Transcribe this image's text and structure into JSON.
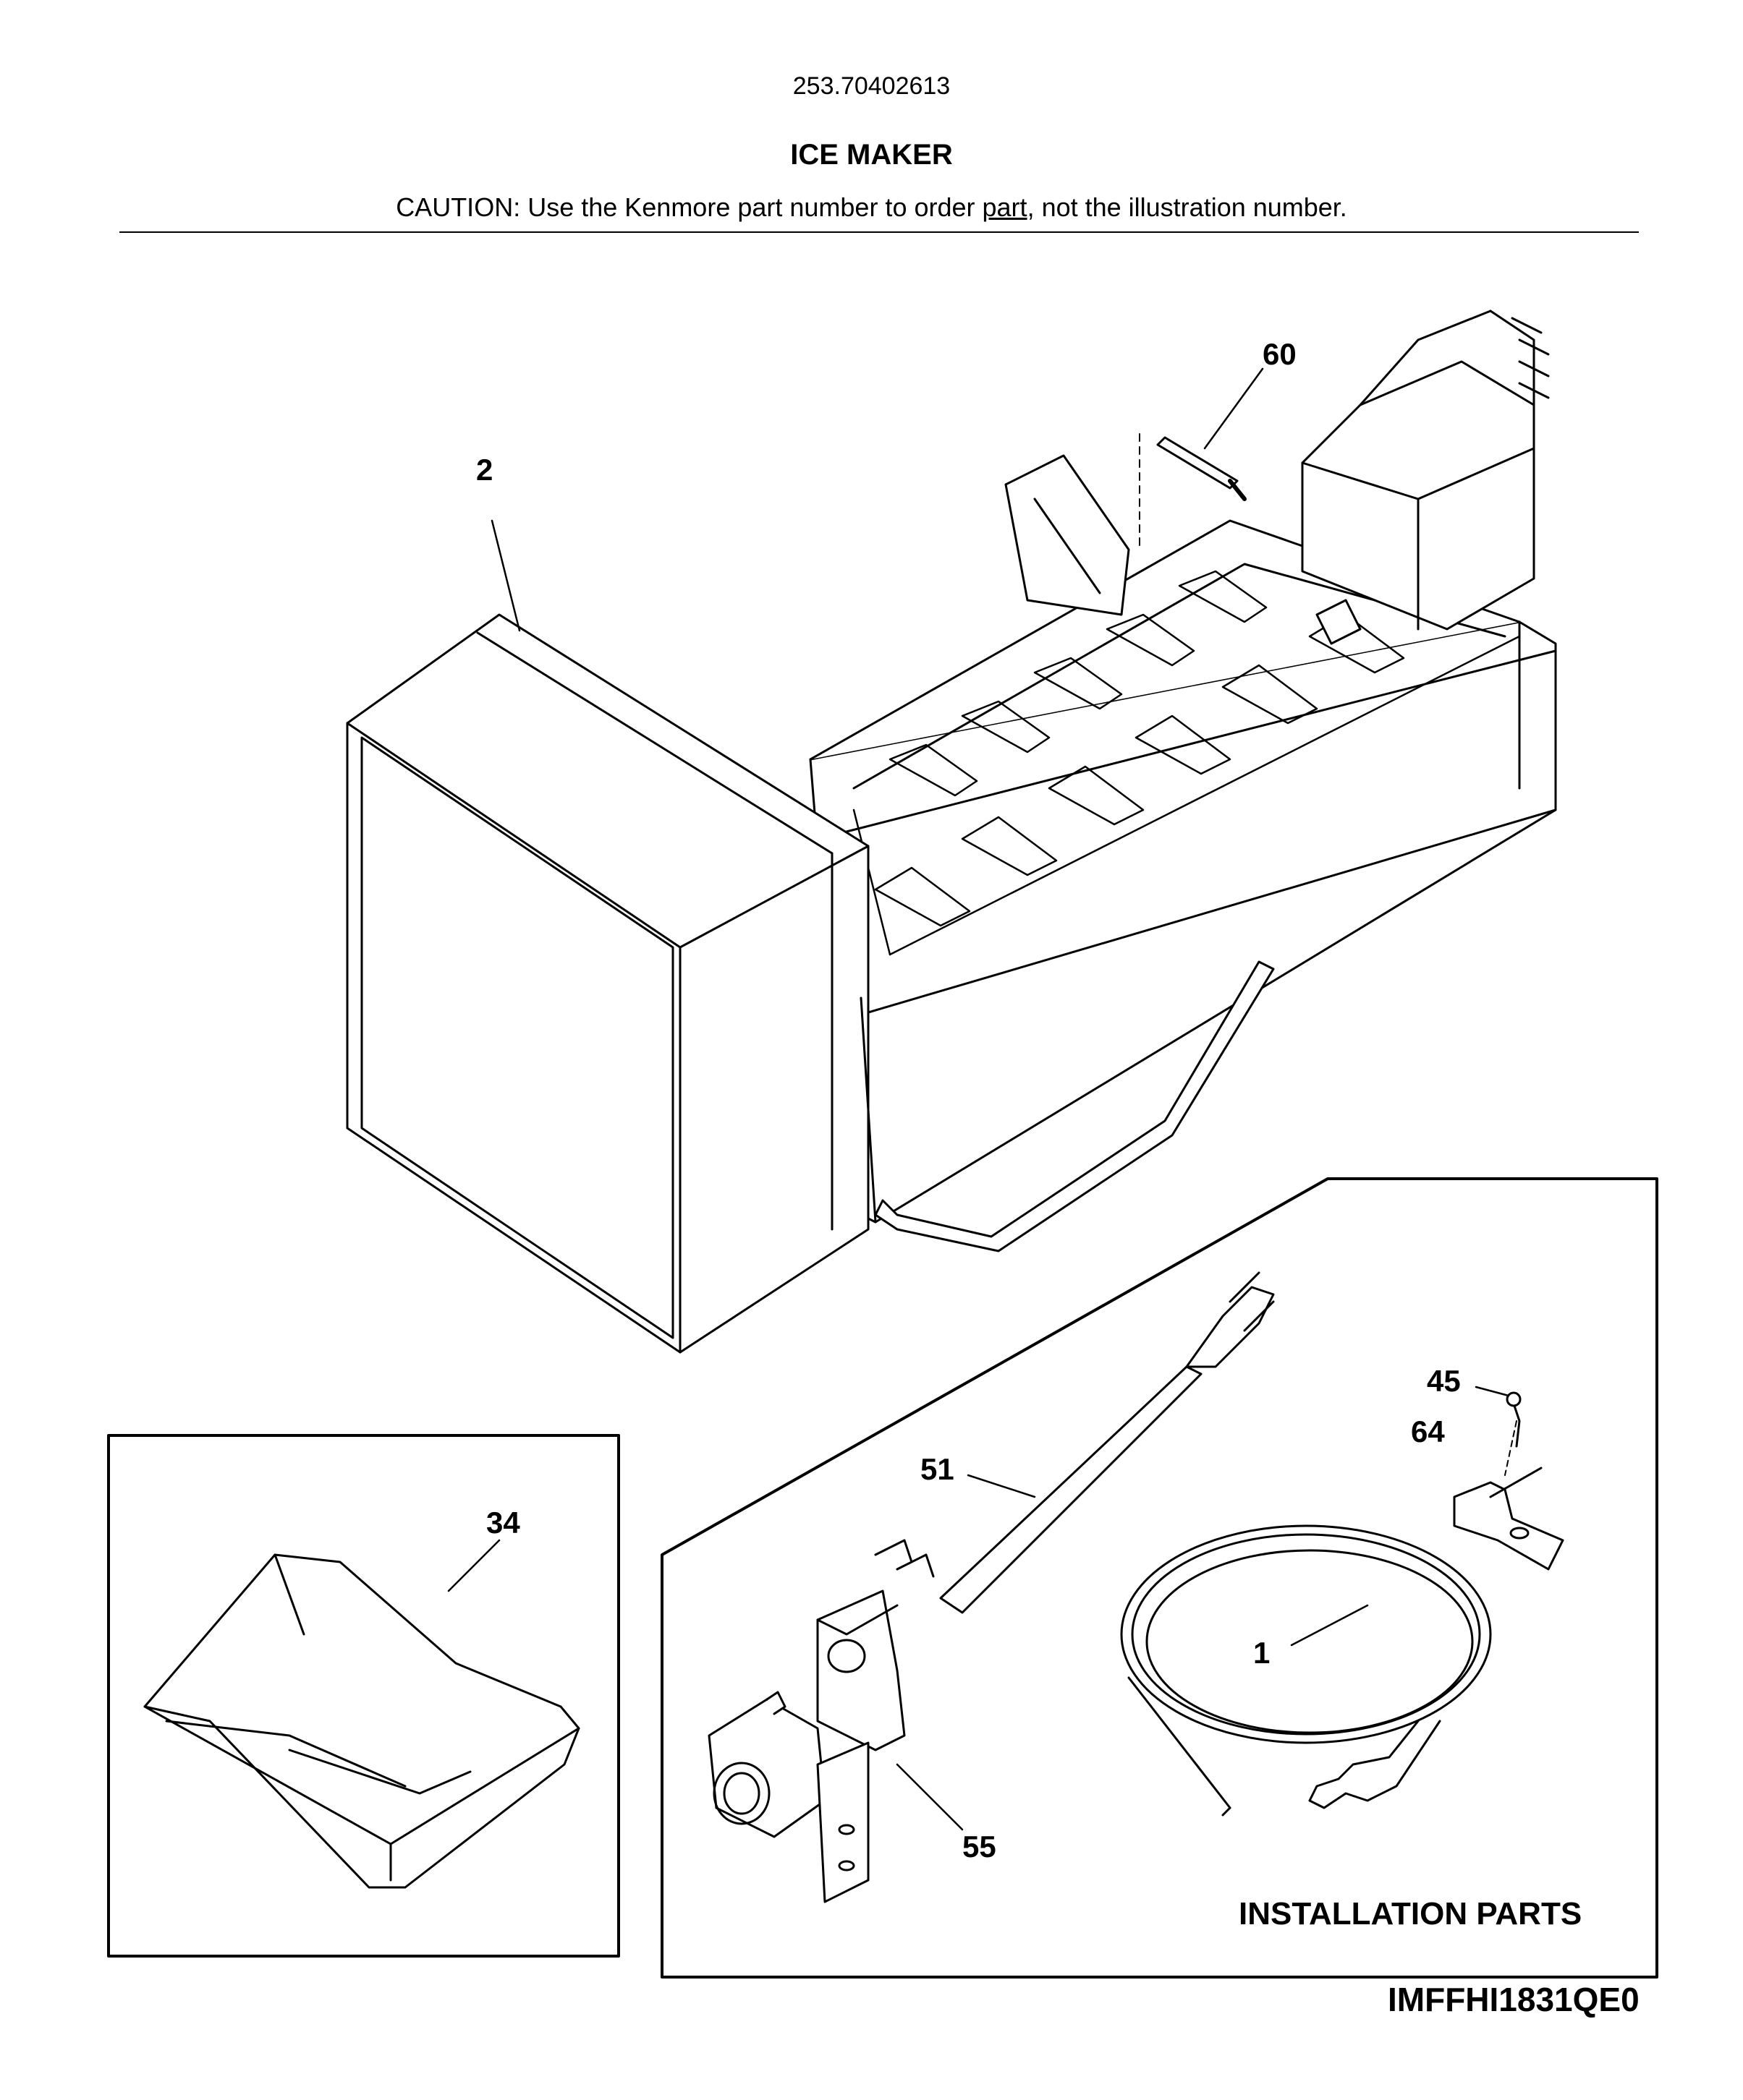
{
  "header": {
    "model_number": "253.70402613",
    "section_title": "ICE MAKER",
    "caution_prefix": "CAUTION: Use the Kenmore part number to order ",
    "caution_underlined": "part",
    "caution_suffix": ", not the illustration number."
  },
  "callouts": {
    "ice_maker_assembly": "2",
    "screw": "60",
    "ice_bucket": "34",
    "fill_tube": "51",
    "screw_small": "45",
    "clamp": "64",
    "water_line": "1",
    "water_valve": "55"
  },
  "installation_label": "INSTALLATION PARTS",
  "document_code": "IMFFHI1831QE0"
}
